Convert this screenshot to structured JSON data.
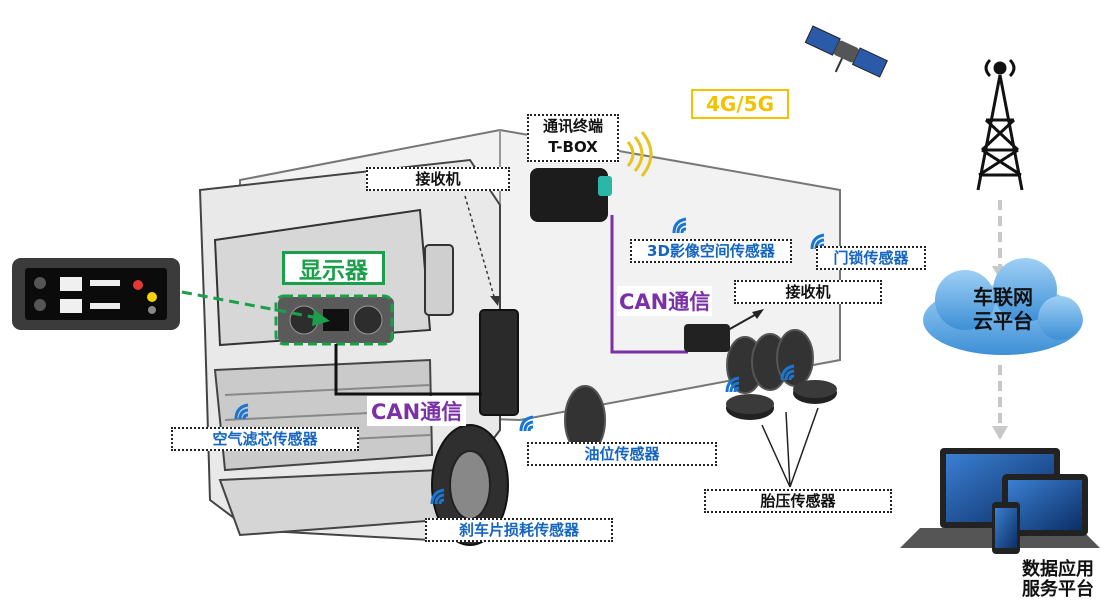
{
  "labels": {
    "tbox": "通讯终端\nT-BOX",
    "receiver_top": "接收机",
    "receiver_right": "接收机",
    "display": "显示器",
    "can_right": "CAN通信",
    "can_bottom": "CAN通信",
    "network": "4G/5G",
    "sensor_3d": "3D影像空间传感器",
    "sensor_door": "门锁传感器",
    "sensor_air": "空气滤芯传感器",
    "sensor_oil": "油位传感器",
    "sensor_brake": "刹车片损耗传感器",
    "sensor_tire": "胎压传感器",
    "cloud": "车联网\n云平台",
    "service": "数据应用\n服务平台"
  },
  "colors": {
    "sensor_text": "#1565c0",
    "display_green": "#1aa04a",
    "can_purple": "#7b2fa8",
    "network_yellow": "#f2c200",
    "cloud_blue": "#4fa3e0"
  }
}
